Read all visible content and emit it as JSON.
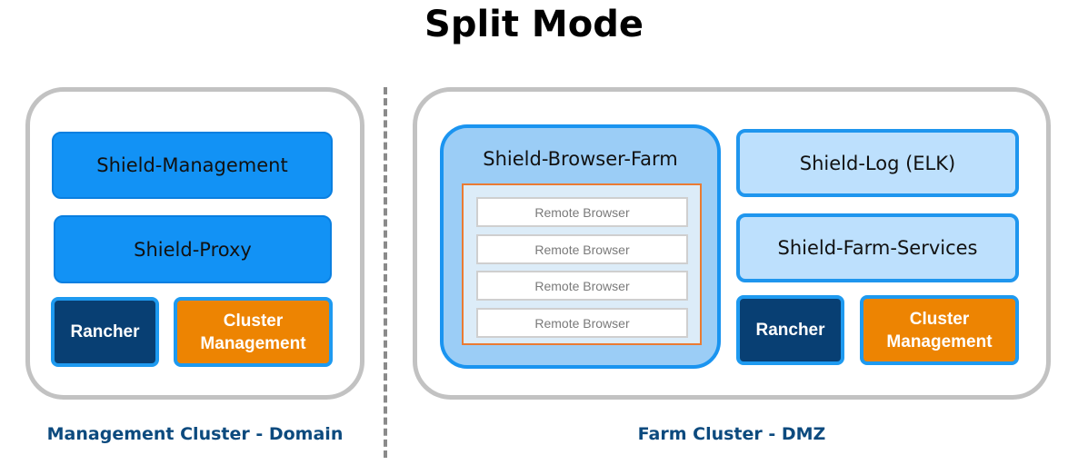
{
  "title": "Split Mode",
  "management": {
    "caption": "Management Cluster - Domain",
    "shield_management": "Shield-Management",
    "shield_proxy": "Shield-Proxy",
    "rancher": "Rancher",
    "cluster_management": "Cluster Management"
  },
  "farm": {
    "caption": "Farm Cluster - DMZ",
    "browser_farm": {
      "title": "Shield-Browser-Farm",
      "remote_browsers": [
        "Remote Browser",
        "Remote Browser",
        "Remote Browser",
        "Remote Browser"
      ]
    },
    "shield_log": "Shield-Log (ELK)",
    "shield_farm_services": "Shield-Farm-Services",
    "rancher": "Rancher",
    "cluster_management": "Cluster Management"
  },
  "colors": {
    "service_blue": "#1292f5",
    "service_light": "#bde0fd",
    "rancher": "#083f73",
    "cluster_management": "#ed8402",
    "caption": "#0c4a7e"
  }
}
